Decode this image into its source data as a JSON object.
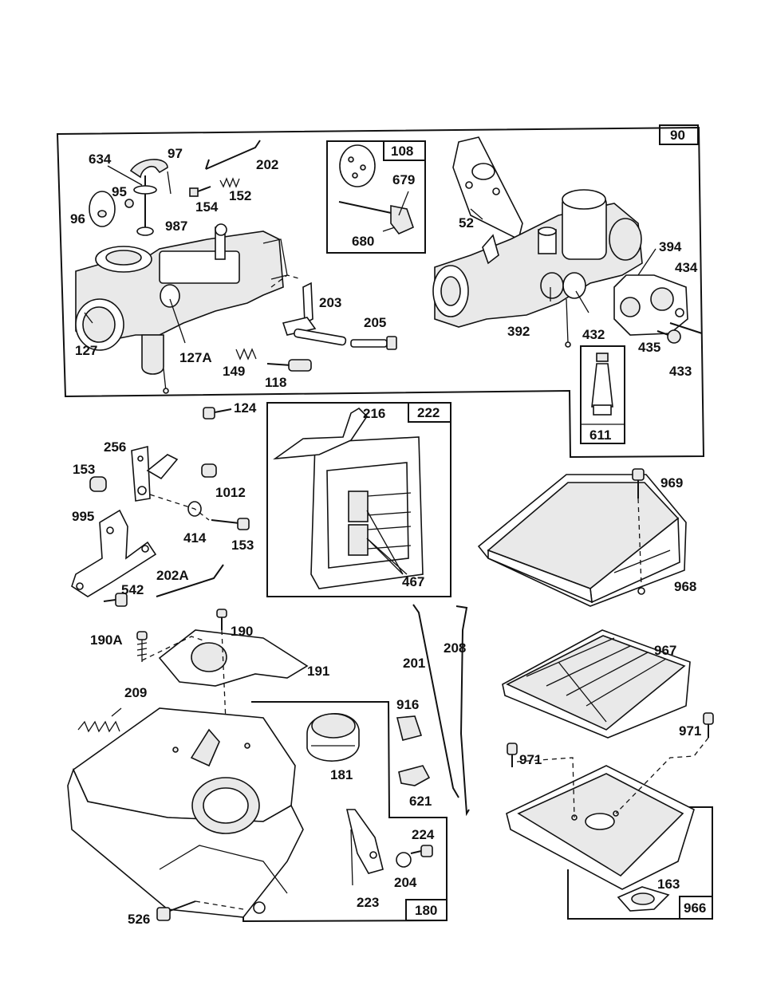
{
  "callouts": {
    "c90": "90",
    "c108": "108",
    "c222": "222",
    "c611": "611",
    "c180": "180",
    "c966": "966"
  },
  "parts": {
    "p634": "634",
    "p97": "97",
    "p202": "202",
    "p95": "95",
    "p154": "154",
    "p152": "152",
    "p96": "96",
    "p987": "987",
    "p679": "679",
    "p52": "52",
    "p680": "680",
    "p203": "203",
    "p205": "205",
    "p127": "127",
    "p127a": "127A",
    "p149": "149",
    "p118": "118",
    "p394": "394",
    "p434": "434",
    "p392": "392",
    "p432": "432",
    "p435": "435",
    "p433": "433",
    "p124": "124",
    "p216": "216",
    "p256": "256",
    "p153a": "153",
    "p1012": "1012",
    "p995": "995",
    "p414": "414",
    "p153b": "153",
    "p202a": "202A",
    "p542": "542",
    "p467": "467",
    "p969": "969",
    "p968": "968",
    "p190a": "190A",
    "p190": "190",
    "p191": "191",
    "p201": "201",
    "p208": "208",
    "p967": "967",
    "p209": "209",
    "p916": "916",
    "p181": "181",
    "p621": "621",
    "p971a": "971",
    "p971b": "971",
    "p224": "224",
    "p204": "204",
    "p223": "223",
    "p163": "163",
    "p526": "526"
  },
  "colors": {
    "ink": "#111111",
    "paper": "#ffffff"
  }
}
